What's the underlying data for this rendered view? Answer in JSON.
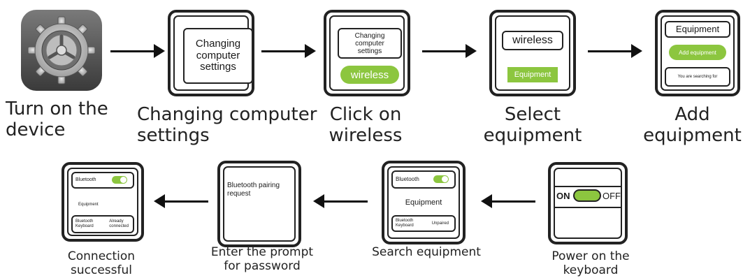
{
  "steps": [
    {
      "caption": "Turn on the\ndevice"
    },
    {
      "caption": "Changing computer\nsettings",
      "box_text": "Changing\ncomputer\nsettings"
    },
    {
      "caption": "Click on\nwireless",
      "box_text": "Changing\ncomputer\nsettings",
      "pill_text": "wireless"
    },
    {
      "caption": "Select\nequipment",
      "box_text": "wireless",
      "pill_text": "Equipment"
    },
    {
      "caption": "Add\nequipment",
      "box_text": "Equipment",
      "pill_text": "Add equipment",
      "box2_text": "You are searching for"
    },
    {
      "caption": "Power on the\nkeyboard",
      "on_label": "ON",
      "off_label": "OFF"
    },
    {
      "caption": "Search equipment",
      "toggle_label": "Bluetooth",
      "heading": "Equipment",
      "device_name": "Bluetooth\nKeyboard",
      "device_status": "Unpaired"
    },
    {
      "caption": "Enter the prompt\nfor password",
      "box_text": "Bluetooth pairing\nrequest"
    },
    {
      "caption": "Connection\nsuccessful",
      "toggle_label": "Bluetooth",
      "mid_text": "Equipment",
      "device_name": "Bluetooth\nKeyboard",
      "device_status": "Already\nconnected"
    }
  ],
  "icons": {
    "settings": "gear-icon",
    "arrow": "arrow-icon"
  },
  "colors": {
    "accent": "#8cc63f",
    "stroke": "#222222"
  }
}
